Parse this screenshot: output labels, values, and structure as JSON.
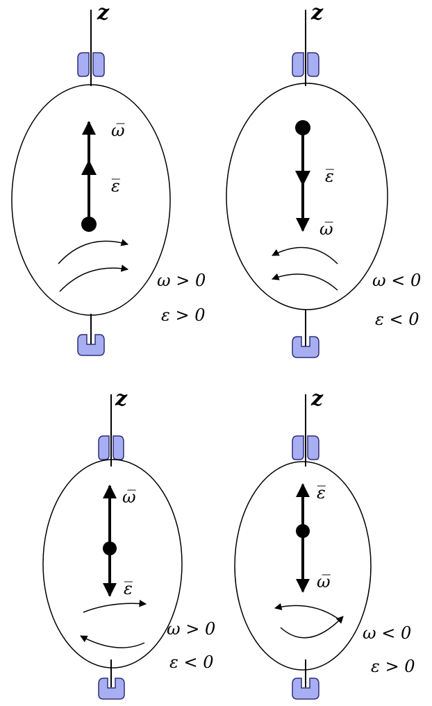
{
  "colors": {
    "bearing_fill": "#a8aef2",
    "bearing_stroke": "#2b2f78",
    "line": "#000000",
    "background": "#ffffff"
  },
  "panels": [
    {
      "axis_label": "z",
      "vector_top_label": "ω̅",
      "vector_bottom_label": "ε̅",
      "condition_1": "ω > 0",
      "condition_2": "ε > 0"
    },
    {
      "axis_label": "z",
      "vector_top_label": "ε̅",
      "vector_bottom_label": "ω̅",
      "condition_1": "ω < 0",
      "condition_2": "ε < 0"
    },
    {
      "axis_label": "z",
      "vector_top_label": "ω̅",
      "vector_bottom_label": "ε̅",
      "condition_1": "ω > 0",
      "condition_2": "ε < 0"
    },
    {
      "axis_label": "z",
      "vector_top_label": "ε̅",
      "vector_bottom_label": "ω̅",
      "condition_1": "ω < 0",
      "condition_2": "ε > 0"
    }
  ]
}
